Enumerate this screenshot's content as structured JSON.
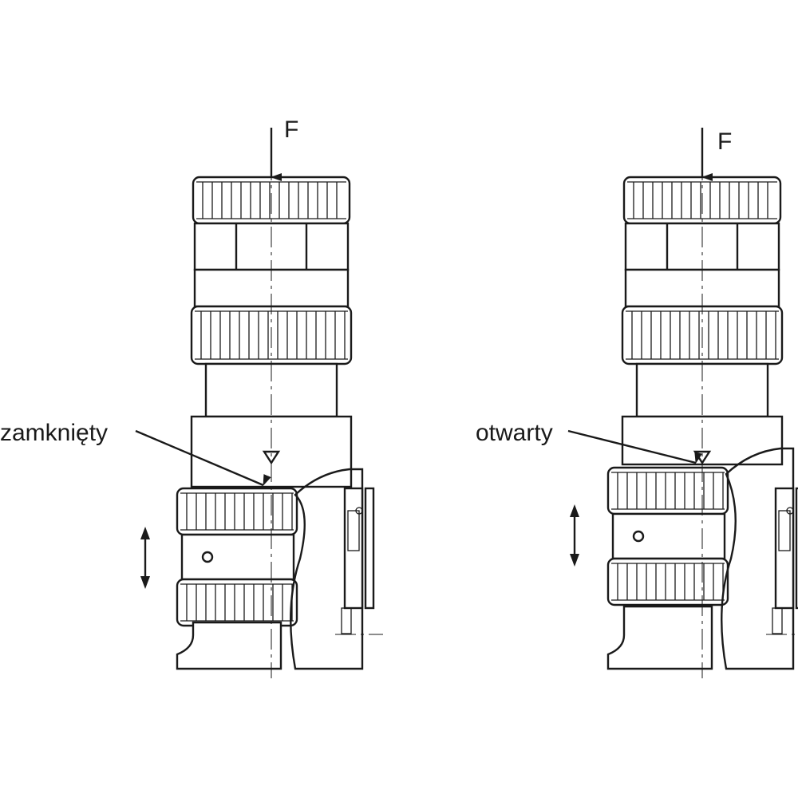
{
  "drawing": {
    "left": {
      "force_label": "F",
      "state_label": "zamknięty",
      "state": "closed"
    },
    "right": {
      "force_label": "F",
      "state_label": "otwarty",
      "state": "open"
    }
  }
}
